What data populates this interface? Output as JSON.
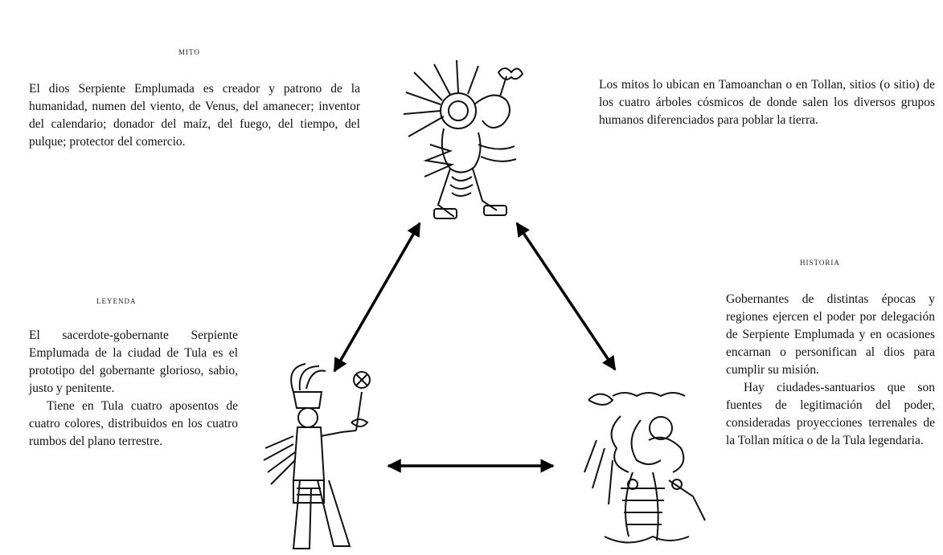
{
  "mito": {
    "heading": "MITO",
    "text": "El dios Serpiente Emplumada es creador y patrono de la humanidad, numen del viento, de Venus, del amanecer; inventor del calendario; donador del maíz, del fuego, del tiempo, del pulque; protector del comercio."
  },
  "top_right": {
    "text": "Los mitos lo ubican en Tamoanchan o en Tollan, sitios (o sitio) de los cuatro árboles cósmicos de donde salen los diversos grupos humanos diferenciados para poblar la tierra."
  },
  "leyenda": {
    "heading": "LEYENDA",
    "para1": "El sacerdote-gobernante Serpiente Emplumada de la ciudad de Tula es el prototipo del gobernante glorioso, sabio, justo y penitente.",
    "para2": "Tiene en Tula cuatro aposentos de cuatro colores, distribuidos en los cuatro rumbos del plano terrestre."
  },
  "historia": {
    "heading": "HISTORIA",
    "para1": "Gobernantes de distintas épocas y regiones ejercen el poder por delegación de Serpiente Emplumada y en ocasiones encarnan o personifican al dios para cumplir su misión.",
    "para2": "Hay ciudades-santuarios que son fuentes de legitimación del poder, consideradas proyecciones terrenales de la Tollan mítica o de la Tula legendaria."
  }
}
